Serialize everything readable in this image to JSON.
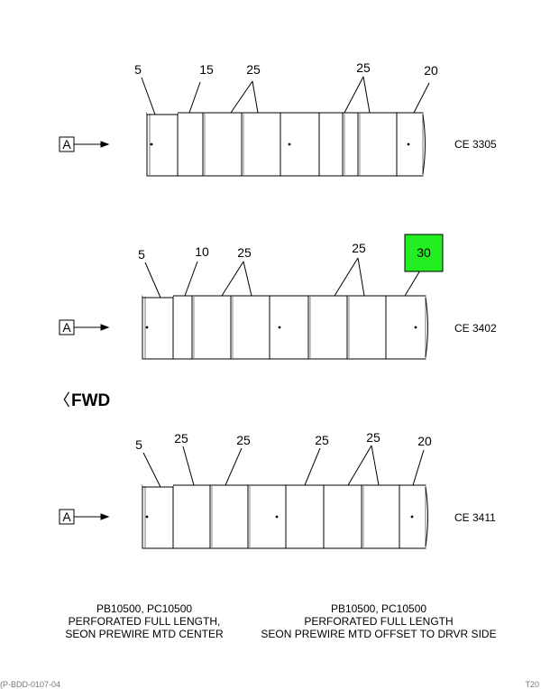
{
  "fwd": {
    "label": "FWD",
    "arrow_glyph": "〈"
  },
  "views": [
    {
      "ref_box": "A",
      "ce_label": "CE 3305",
      "callouts": [
        "5",
        "15",
        "25",
        "25",
        "20"
      ],
      "highlight": null
    },
    {
      "ref_box": "A",
      "ce_label": "CE 3402",
      "callouts": [
        "5",
        "10",
        "25",
        "25",
        "30"
      ],
      "highlight": {
        "callout": "30",
        "color": "#22ee22"
      }
    },
    {
      "ref_box": "A",
      "ce_label": "CE 3411",
      "callouts": [
        "5",
        "25",
        "25",
        "25",
        "25",
        "20"
      ],
      "highlight": null
    }
  ],
  "notes": {
    "left": [
      "PB10500, PC10500",
      "PERFORATED FULL LENGTH,",
      "SEON PREWIRE MTD CENTER"
    ],
    "right": [
      "PB10500, PC10500",
      "PERFORATED FULL LENGTH",
      "SEON PREWIRE MTD OFFSET TO DRVR SIDE"
    ]
  },
  "footer": {
    "left": "(P-BDD-0107-04",
    "right": "T20"
  }
}
